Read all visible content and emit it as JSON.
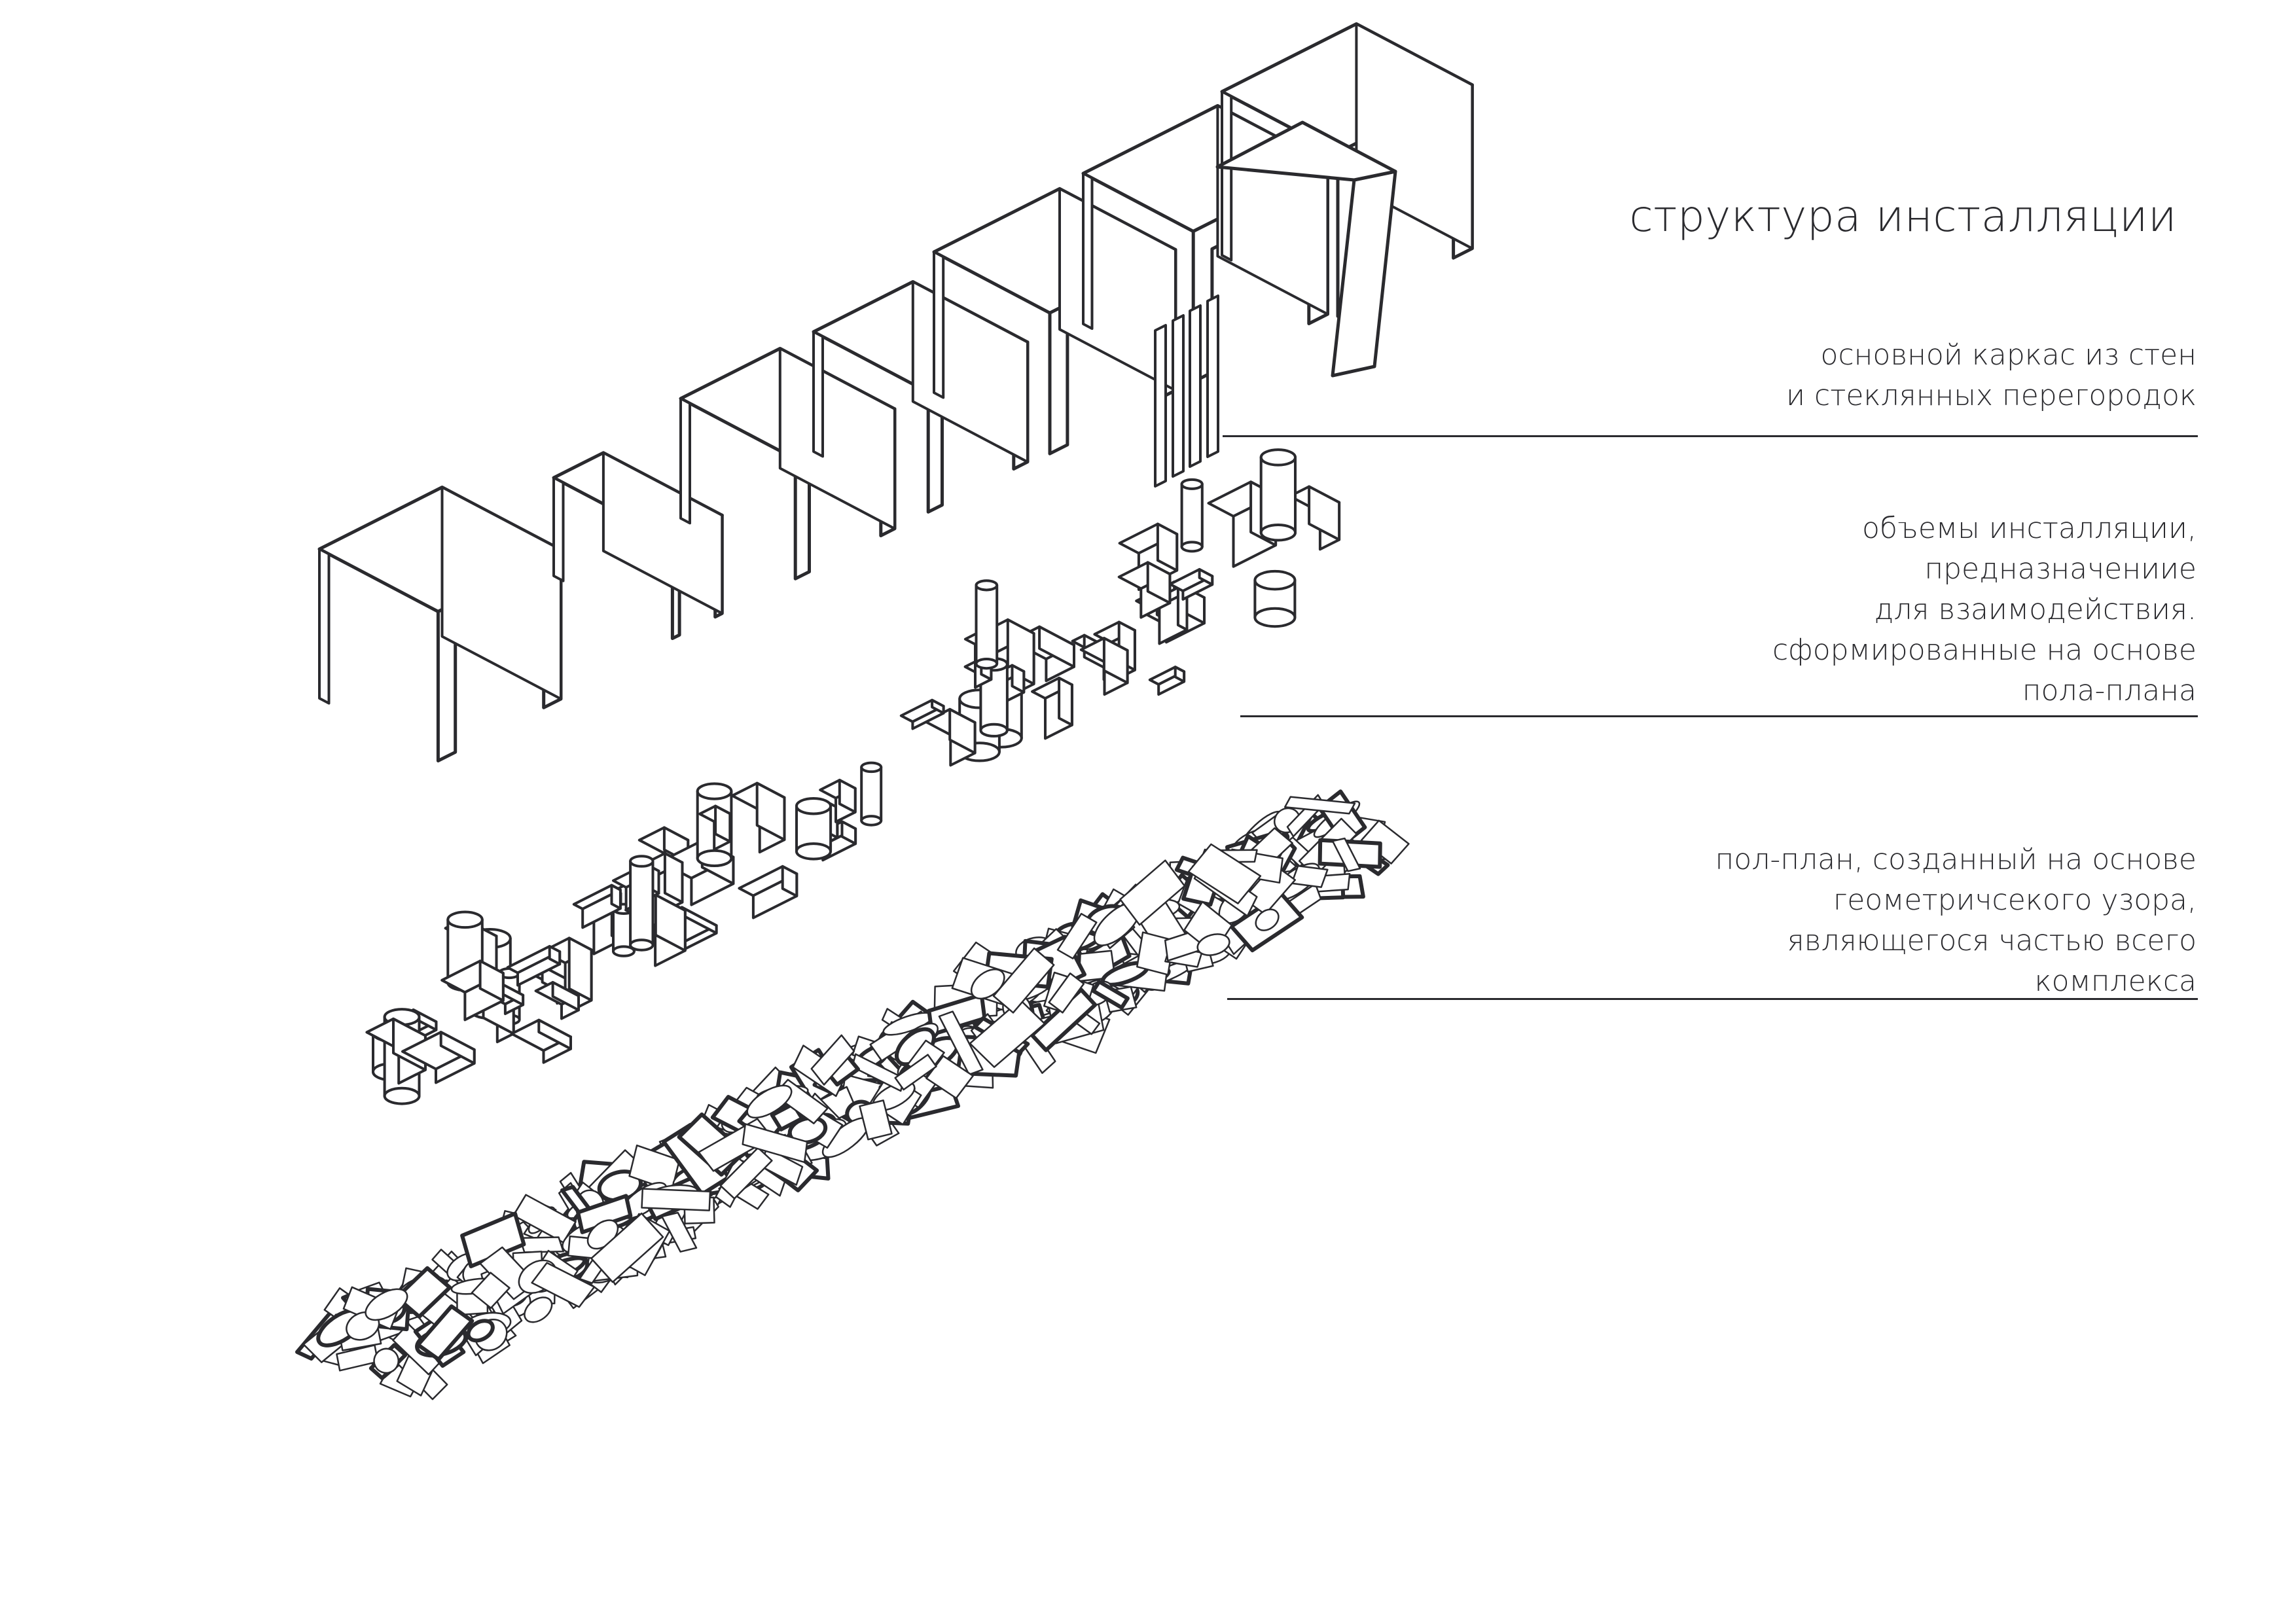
{
  "title": "структура инсталляции",
  "annotations": {
    "frame": [
      "основной каркас из стен",
      "и стеклянных перегородок"
    ],
    "volumes": [
      "объемы инсталляции,",
      "предназначениие",
      "для взаимодействия.",
      "сформированные на основе",
      "пола-плана"
    ],
    "floor": [
      "пол-план, созданный на основе",
      "геометричсекого узора,",
      "являющегося частью всего",
      "комплекса"
    ]
  },
  "colors": {
    "ink": "#2a2a2e",
    "paper": "#ffffff"
  }
}
